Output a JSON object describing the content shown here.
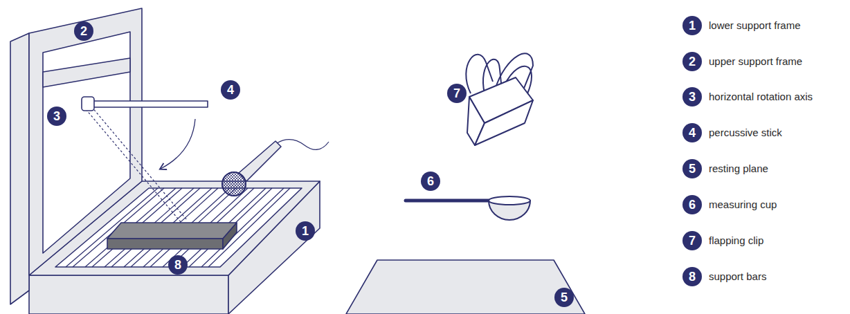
{
  "diagram": {
    "labels": [
      "2",
      "4",
      "3",
      "7",
      "6",
      "1",
      "8",
      "5",
      "1",
      "lower support frame",
      "2",
      "upper support frame",
      "3",
      "horizontal rotation axis",
      "4",
      "percussive stick",
      "5",
      "resting plane",
      "6",
      "measuring cup",
      "7",
      "flapping clip",
      "8",
      "support bars"
    ]
  }
}
